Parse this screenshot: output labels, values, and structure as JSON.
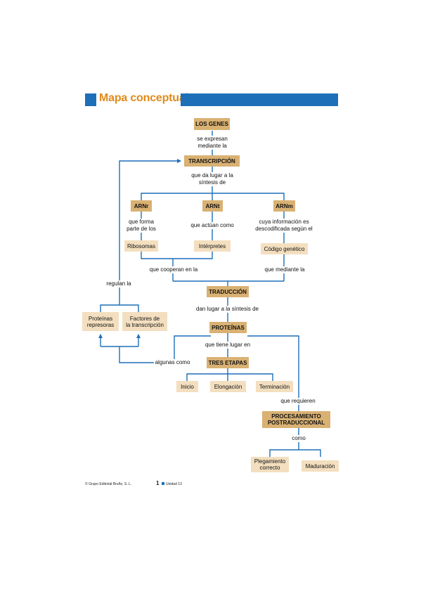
{
  "header": {
    "title": "Mapa conceptual"
  },
  "colors": {
    "accent_blue": "#1d6fb8",
    "title_orange": "#e08a1a",
    "node_dark": "#d9b173",
    "node_light": "#f3dfbf"
  },
  "nodes": {
    "los_genes": "LOS GENES",
    "transcripcion": "TRANSCRIPCIÓN",
    "arnr": "ARNr",
    "arnt": "ARNt",
    "arnm": "ARNm",
    "ribosomas": "Ribosomas",
    "interpretes": "Intérpretes",
    "codigo_genetico": "Código genético",
    "traduccion": "TRADUCCIÓN",
    "proteinas": "PROTEÍNAS",
    "tres_etapas": "TRES ETAPAS",
    "inicio": "Inicio",
    "elongacion": "Elongación",
    "terminacion": "Terminación",
    "proteinas_represoras": "Proteínas\nrepresoras",
    "factores_transcripcion": "Factores de\nla transcripción",
    "procesamiento_postraduccional": "PROCESAMIENTO\nPOSTRADUCCIONAL",
    "plegamiento_correcto": "Plegamiento\ncorrecto",
    "maduracion": "Maduración"
  },
  "labels": {
    "se_expresan": "se expresan\nmediante la",
    "da_lugar": "que da lugar a la\nsíntesis de",
    "que_forma": "que forma\nparte de los",
    "que_actuan": "que actúan como",
    "cuya_informacion": "cuya información es\ndescodificada según el",
    "cooperan": "que cooperan en la",
    "mediante_la": "que mediante la",
    "regulan": "regulan la",
    "dan_lugar": "dan lugar a la síntesis de",
    "tiene_lugar": "que tiene lugar en",
    "algunas_como": "algunas como",
    "requieren": "que requieren",
    "como": "como"
  },
  "footer": {
    "publisher": "© Grupo Editorial Bruño, S. L.",
    "page": "1",
    "unit": "Unidad 13"
  }
}
